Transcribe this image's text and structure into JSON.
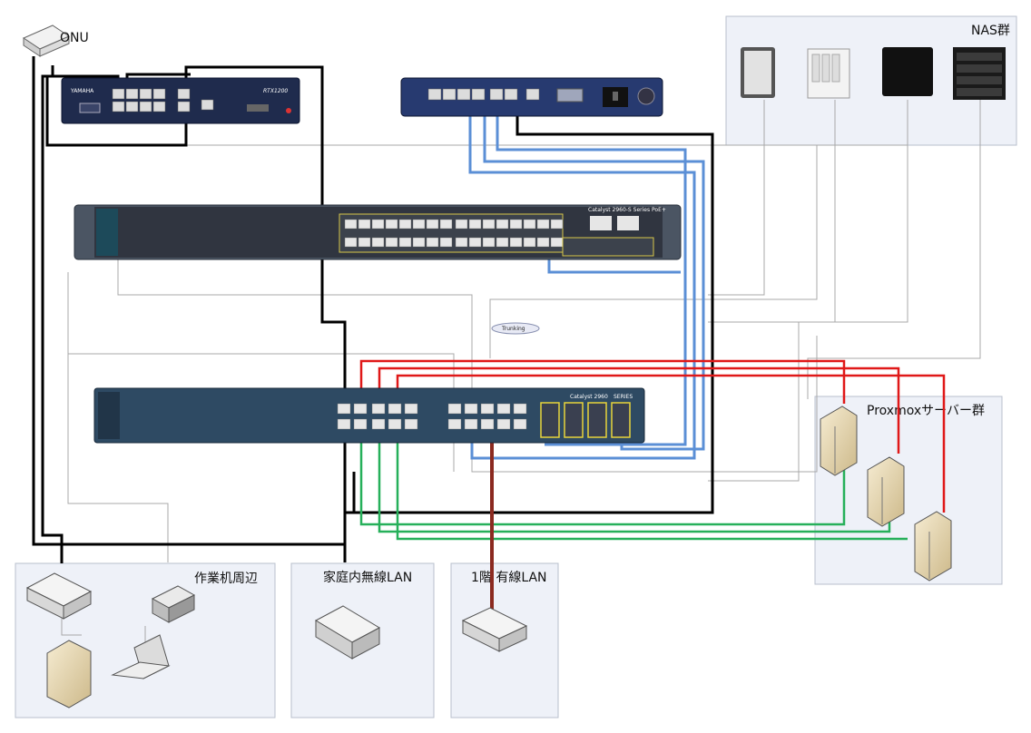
{
  "devices": {
    "onu_label": "ONU",
    "router_brand": "YAMAHA",
    "router_model": "RTX1200",
    "switch_top_model": "Catalyst 2960-S Series PoE+",
    "switch_main_model": "Catalyst 2960",
    "switch_main_series": "SERIES",
    "trunking_label": "Trunking"
  },
  "groups": {
    "nas": "NAS群",
    "proxmox": "Proxmoxサーバー群",
    "workdesk": "作業机周辺",
    "wireless": "家庭内無線LAN",
    "wired": "1階 有線LAN"
  },
  "colors": {
    "black_link": "#000000",
    "blue_link": "#5b8fd6",
    "red_link": "#e01818",
    "green_link": "#26b05a",
    "brown_link": "#8b2a20",
    "thin_link": "#a8a8a8",
    "zone_fill": "#eef1f8",
    "zone_border": "#b8bfcc"
  }
}
